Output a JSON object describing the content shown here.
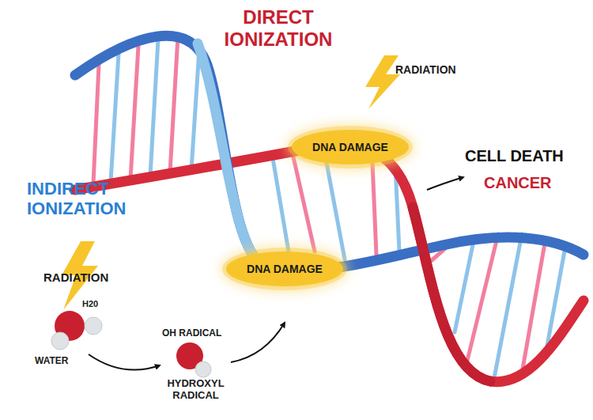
{
  "diagram": {
    "nodes": [
      {
        "text": [
          "DNA DAMAGE"
        ]
      },
      {
        "text": [
          "DNA DAMAGE"
        ]
      }
    ],
    "labels": [
      "DIRECT IONIZATION",
      "RADIATION",
      "CELL DEATH",
      "CANCER",
      "INDIRECT IONIZATION",
      "RADIATION",
      "H20",
      "WATER",
      "OH RADICAL",
      "HYDROXYL RADICAL"
    ]
  }
}
